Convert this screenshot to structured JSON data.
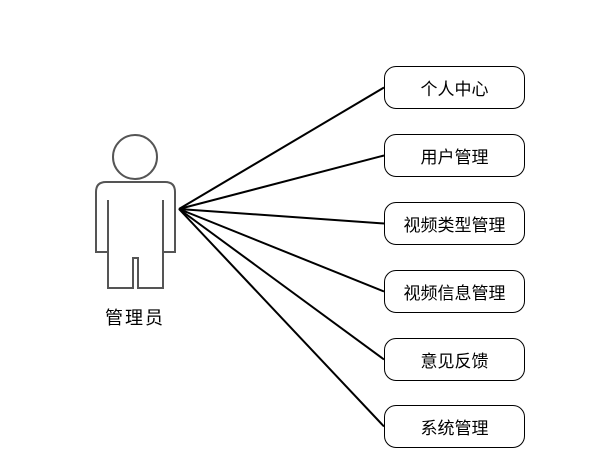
{
  "actor": {
    "label": "管理员",
    "icon": "person-icon"
  },
  "use_cases": [
    {
      "id": "personal-center",
      "label": "个人中心"
    },
    {
      "id": "user-management",
      "label": "用户管理"
    },
    {
      "id": "video-type-management",
      "label": "视频类型管理"
    },
    {
      "id": "video-info-management",
      "label": "视频信息管理"
    },
    {
      "id": "feedback",
      "label": "意见反馈"
    },
    {
      "id": "system-management",
      "label": "系统管理"
    }
  ],
  "colors": {
    "stroke": "#000000",
    "actor_stroke": "#555555",
    "background": "#ffffff"
  }
}
